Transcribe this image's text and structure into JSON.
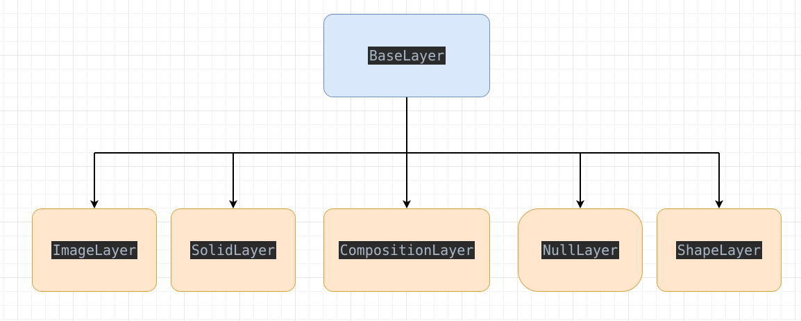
{
  "diagram": {
    "root": {
      "label": "BaseLayer"
    },
    "children": [
      {
        "id": "image",
        "label": "ImageLayer"
      },
      {
        "id": "solid",
        "label": "SolidLayer"
      },
      {
        "id": "composition",
        "label": "CompositionLayer"
      },
      {
        "id": "null",
        "label": "NullLayer"
      },
      {
        "id": "shape",
        "label": "ShapeLayer"
      }
    ]
  },
  "colors": {
    "root_fill": "#dae8fc",
    "root_stroke": "#6c8ebf",
    "child_fill": "#ffe6cc",
    "child_stroke": "#d4a63a",
    "label_bg": "#2b2b2b",
    "label_text": "#a9b7c6",
    "edge": "#000000"
  }
}
